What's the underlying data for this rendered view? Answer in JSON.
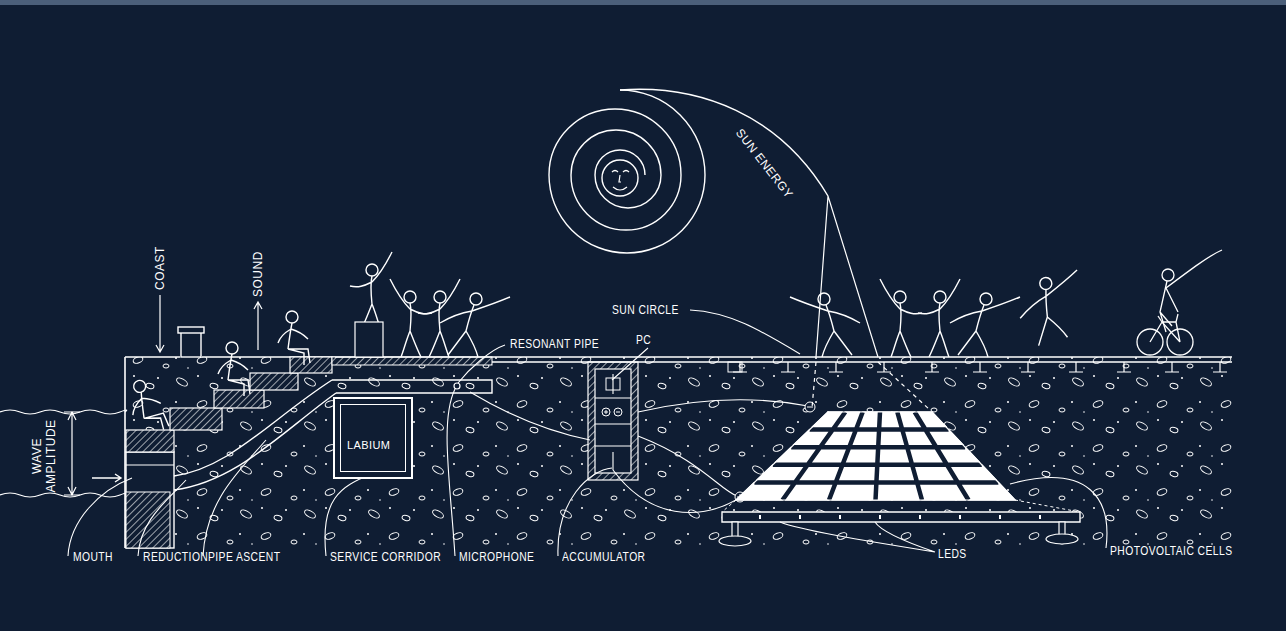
{
  "diagram": {
    "nodes": [
      {
        "text": [
          "LABIUM"
        ]
      }
    ],
    "labels": [
      "SUN ENERGY",
      "COAST",
      "SOUND",
      "SUN CIRCLE",
      "RESONANT PIPE",
      "PC",
      "WAVE AMPLITUDE",
      "MOUTH",
      "REDUCTION",
      "PIPE ASCENT",
      "SERVICE CORRIDOR",
      "MICROPHONE",
      "ACCUMULATOR",
      "LEDS",
      "PHOTOVOLTAIC CELLS"
    ]
  }
}
